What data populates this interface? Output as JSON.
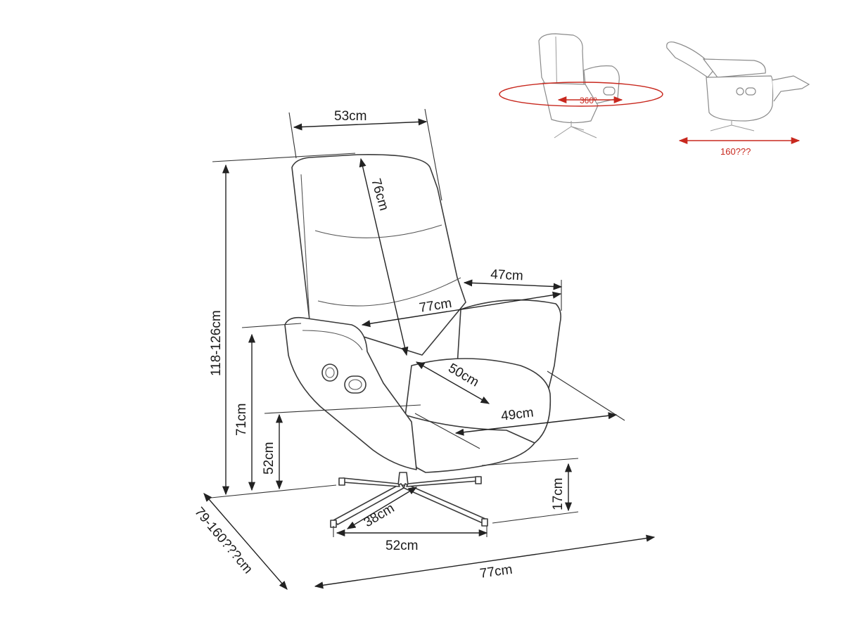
{
  "dimensions": {
    "backrest_width": "53cm",
    "backrest_height": "76cm",
    "total_height": "118-126cm",
    "armrest_height": "71cm",
    "seat_height": "52cm",
    "seat_width": "47cm",
    "inner_width": "77cm",
    "seat_depth": "50cm",
    "armrest_length": "49cm",
    "base_height": "17cm",
    "base_depth": "38cm",
    "base_width": "52cm",
    "total_depth": "79-160???cm",
    "total_width": "77cm"
  },
  "thumbnails": {
    "rotation_label": "360º",
    "reclined_label": "160???"
  },
  "colors": {
    "line": "#222222",
    "accent_red": "#c8281e"
  }
}
